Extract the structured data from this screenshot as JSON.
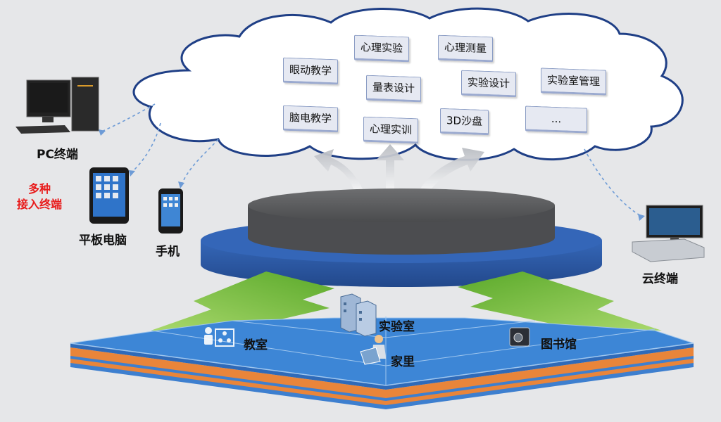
{
  "cloud": {
    "items": [
      "眼动教学",
      "心理实验",
      "心理测量",
      "量表设计",
      "实验设计",
      "实验室管理",
      "脑电教学",
      "心理实训",
      "3D沙盘",
      "..."
    ]
  },
  "terminals": {
    "pc": "PC终端",
    "tablet": "平板电脑",
    "phone": "手机",
    "cloud": "云终端",
    "multi_access": [
      "多种",
      "接入终端"
    ]
  },
  "locations": {
    "classroom": "教室",
    "lab": "实验室",
    "library": "图书馆",
    "home": "家里"
  },
  "colors": {
    "platform_top": "#5d5e60",
    "platform_blue": "#2f5fae",
    "arrow_green": "#7ec242",
    "grid_blue": "#3d7fcf",
    "stripe_orange": "#e9853a",
    "accent_red": "#e81b1b"
  },
  "icons": {
    "pc": "desktop-computer-icon",
    "tablet": "tablet-icon",
    "phone": "smartphone-icon",
    "cloud_terminal": "thin-client-icon",
    "classroom": "people-group-icon",
    "lab": "buildings-icon",
    "library": "projector-icon",
    "home": "person-at-desk-icon"
  }
}
